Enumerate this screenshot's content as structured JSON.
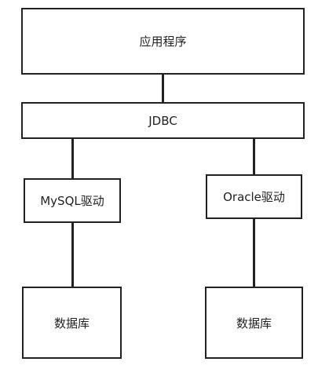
{
  "diagram": {
    "nodes": {
      "app": "应用程序",
      "jdbc": "JDBC",
      "mysql_driver": "MySQL驱动",
      "oracle_driver": "Oracle驱动",
      "database_left": "数据库",
      "database_right": "数据库"
    },
    "colors": {
      "stroke": "#222222",
      "background": "#ffffff",
      "text": "#222222"
    },
    "edges": [
      [
        "app",
        "jdbc"
      ],
      [
        "jdbc",
        "mysql_driver"
      ],
      [
        "jdbc",
        "oracle_driver"
      ],
      [
        "mysql_driver",
        "database_left"
      ],
      [
        "oracle_driver",
        "database_right"
      ]
    ]
  }
}
